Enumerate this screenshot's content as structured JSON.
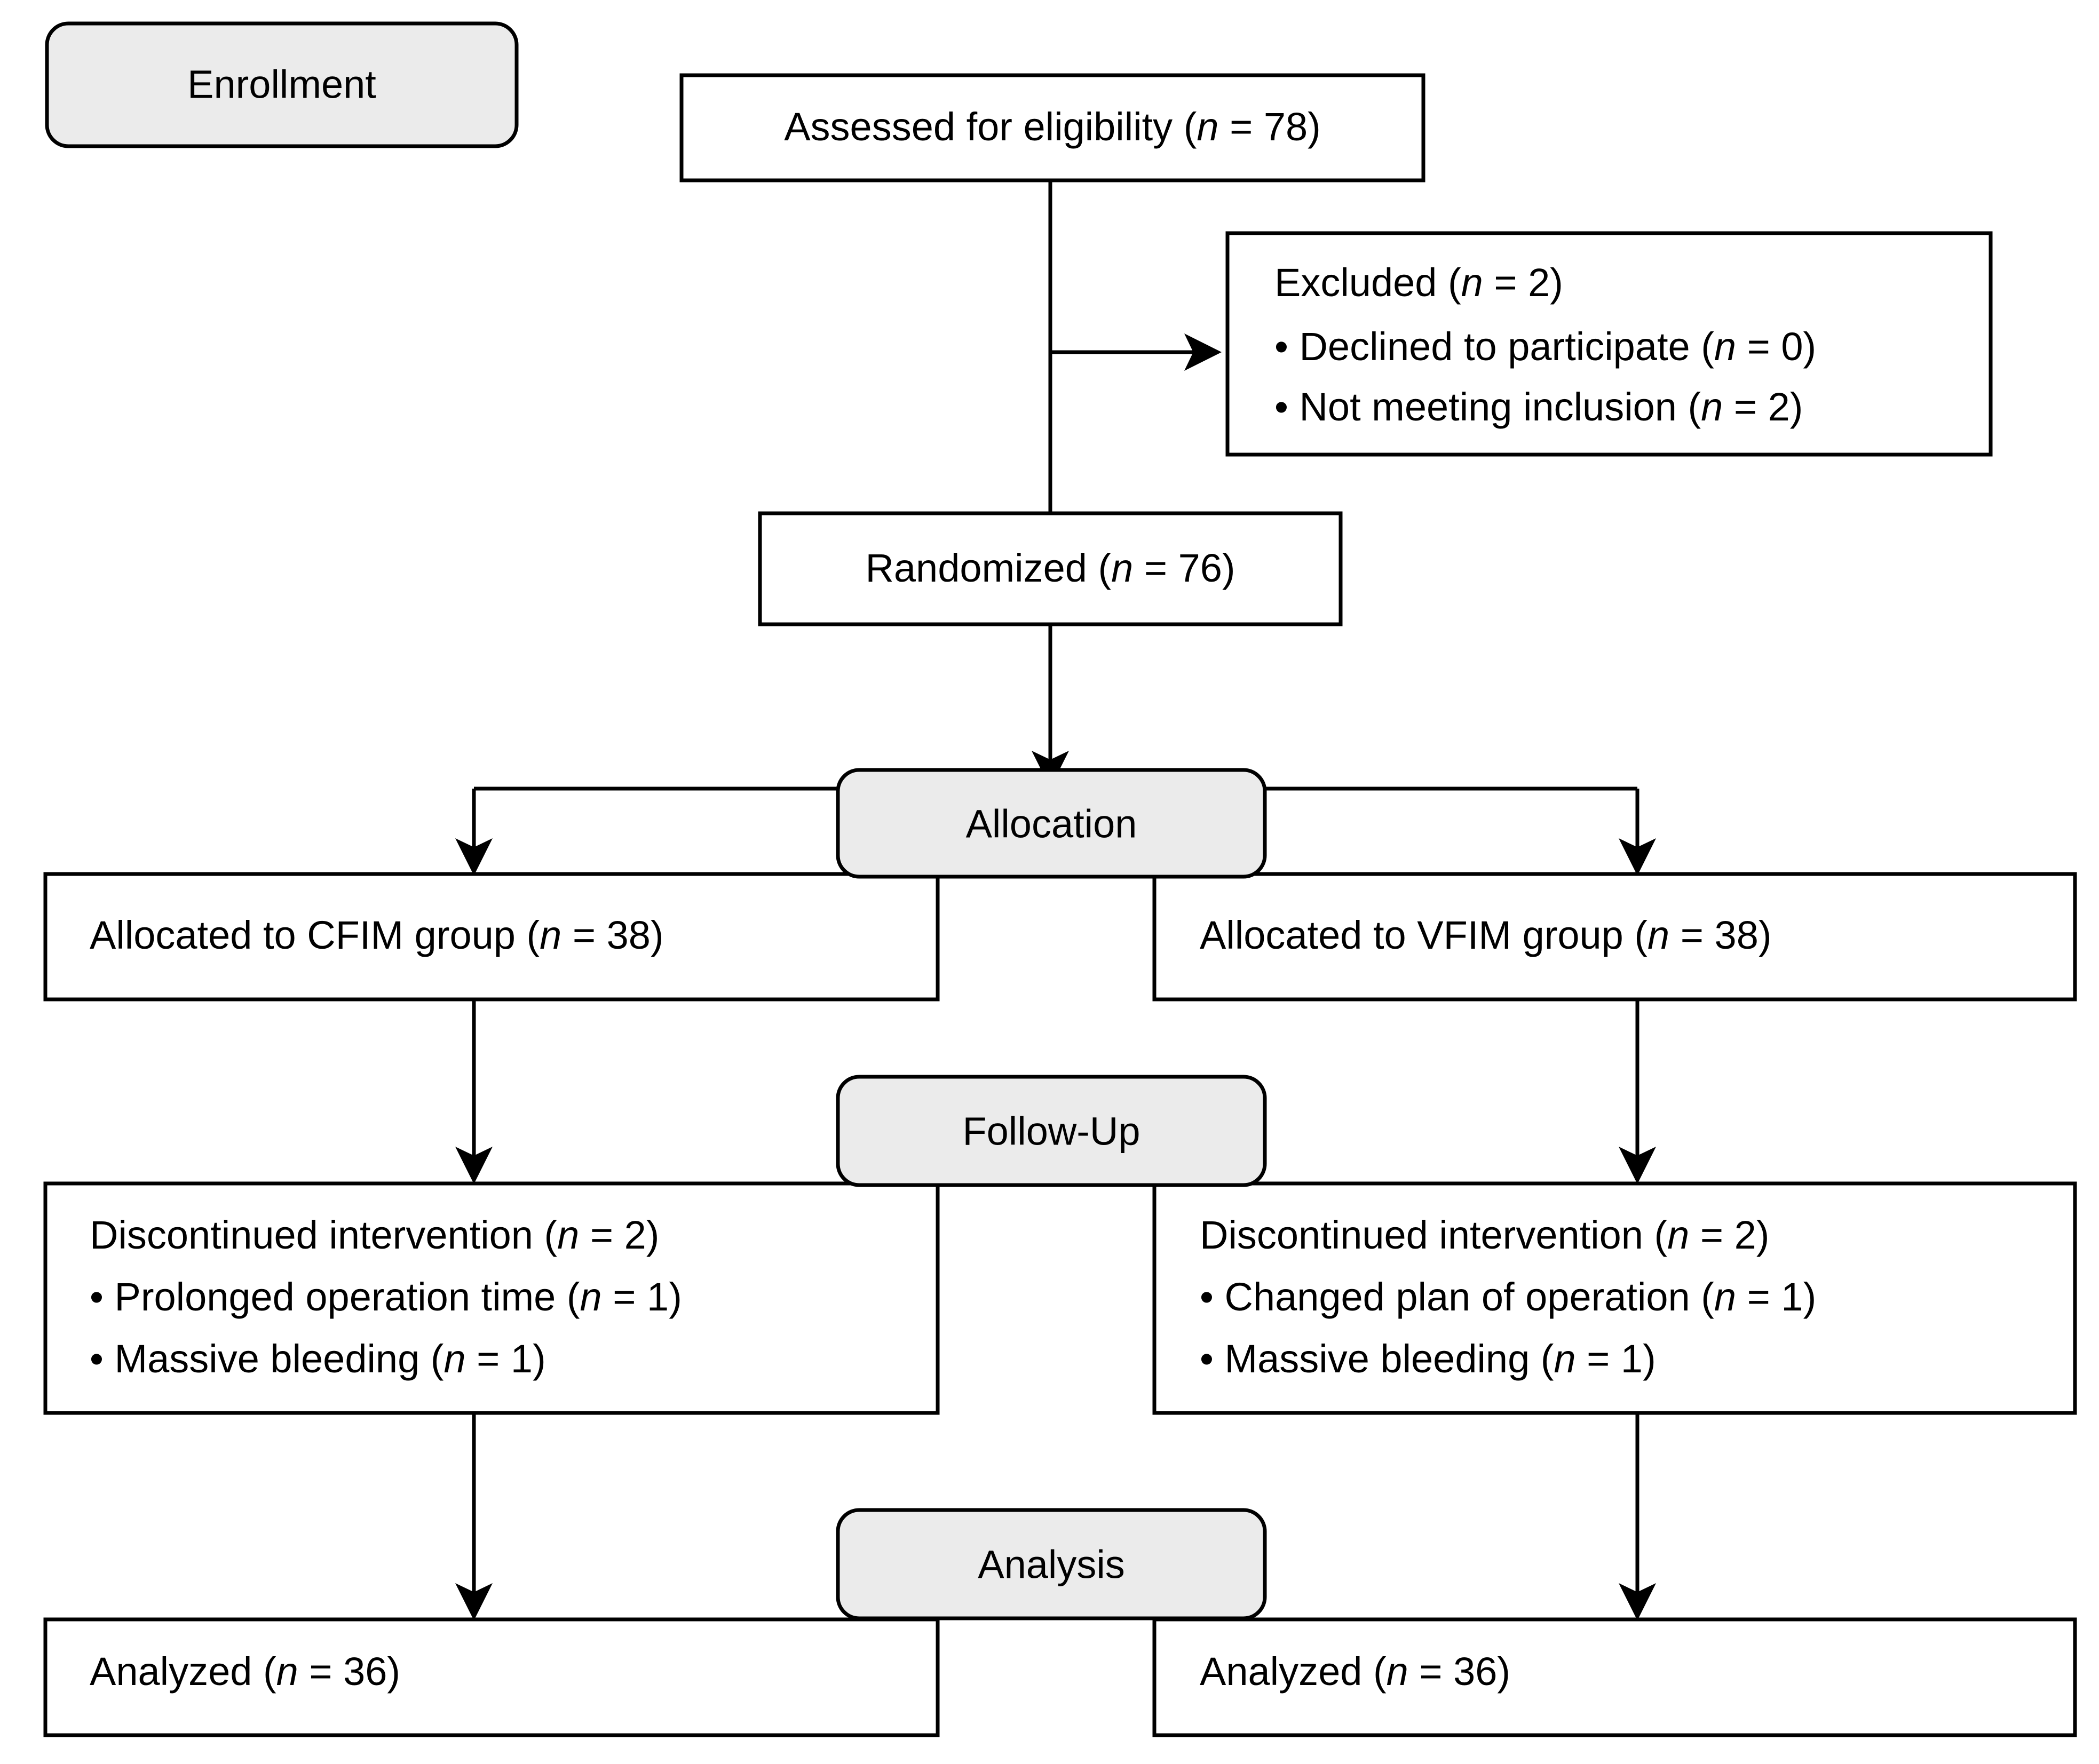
{
  "diagram": {
    "type": "consort-flow-diagram",
    "title": "CONSORT participant flow diagram",
    "colors": {
      "stage_label_fill": "#ebebeb",
      "box_fill": "#ffffff",
      "line": "#000000",
      "text": "#000000"
    },
    "stage_labels": [
      {
        "id": "enrollment",
        "label": "Enrollment"
      },
      {
        "id": "allocation",
        "label": "Allocation"
      },
      {
        "id": "followup",
        "label": "Follow-Up"
      },
      {
        "id": "analysis",
        "label": "Analysis"
      }
    ],
    "nodes": {
      "assessed": {
        "id": "assessed-for-eligibility",
        "lines": [
          {
            "prefix": "Assessed for eligibility (",
            "italic": "n",
            "suffix": " = 78)",
            "bullet": false
          }
        ],
        "text": "Assessed for eligibility (n = 78)",
        "n": 78,
        "align": "center"
      },
      "excluded": {
        "id": "excluded",
        "lines": [
          {
            "prefix": "Excluded (",
            "italic": "n",
            "suffix": " = 2)",
            "bullet": false
          },
          {
            "prefix": "Declined to participate (",
            "italic": "n",
            "suffix": " = 0)",
            "bullet": true
          },
          {
            "prefix": "Not meeting inclusion (",
            "italic": "n",
            "suffix": " = 2)",
            "bullet": true
          }
        ],
        "text": "Excluded (n = 2) • Declined to participate (n = 0) • Not meeting inclusion (n = 2)",
        "n": 2,
        "align": "left"
      },
      "randomized": {
        "id": "randomized",
        "lines": [
          {
            "prefix": "Randomized (",
            "italic": "n",
            "suffix": " = 76)",
            "bullet": false
          }
        ],
        "text": "Randomized (n = 76)",
        "n": 76,
        "align": "center"
      },
      "alloc_left": {
        "id": "allocated-cfim",
        "lines": [
          {
            "prefix": "Allocated to CFIM group (",
            "italic": "n",
            "suffix": " = 38)",
            "bullet": false
          }
        ],
        "text": "Allocated to CFIM group (n = 38)",
        "group": "CFIM",
        "n": 38,
        "align": "left"
      },
      "alloc_right": {
        "id": "allocated-vfim",
        "lines": [
          {
            "prefix": "Allocated to VFIM group (",
            "italic": "n",
            "suffix": " = 38)",
            "bullet": false
          }
        ],
        "text": "Allocated to VFIM group (n = 38)",
        "group": "VFIM",
        "n": 38,
        "align": "left"
      },
      "follow_left": {
        "id": "discontinued-cfim",
        "lines": [
          {
            "prefix": "Discontinued intervention (",
            "italic": "n",
            "suffix": " = 2)",
            "bullet": false
          },
          {
            "prefix": "Prolonged operation time (",
            "italic": "n",
            "suffix": " = 1)",
            "bullet": true
          },
          {
            "prefix": "Massive bleeding (",
            "italic": "n",
            "suffix": " = 1)",
            "bullet": true
          }
        ],
        "text": "Discontinued intervention (n = 2) • Prolonged operation time (n = 1) • Massive bleeding (n = 1)",
        "n": 2,
        "align": "left"
      },
      "follow_right": {
        "id": "discontinued-vfim",
        "lines": [
          {
            "prefix": "Discontinued intervention (",
            "italic": "n",
            "suffix": " = 2)",
            "bullet": false
          },
          {
            "prefix": "Changed plan of operation (",
            "italic": "n",
            "suffix": " = 1)",
            "bullet": true
          },
          {
            "prefix": "Massive bleeding (",
            "italic": "n",
            "suffix": " = 1)",
            "bullet": true
          }
        ],
        "text": "Discontinued intervention (n = 2) • Changed plan of operation (n = 1) • Massive bleeding (n = 1)",
        "n": 2,
        "align": "left"
      },
      "analyzed_left": {
        "id": "analyzed-cfim",
        "lines": [
          {
            "prefix": "Analyzed (",
            "italic": "n",
            "suffix": " = 36)",
            "bullet": false
          }
        ],
        "text": "Analyzed (n = 36)",
        "n": 36,
        "align": "left"
      },
      "analyzed_right": {
        "id": "analyzed-vfim",
        "lines": [
          {
            "prefix": "Analyzed (",
            "italic": "n",
            "suffix": " = 36)",
            "bullet": false
          }
        ],
        "text": "Analyzed (n = 36)",
        "n": 36,
        "align": "left"
      }
    }
  }
}
